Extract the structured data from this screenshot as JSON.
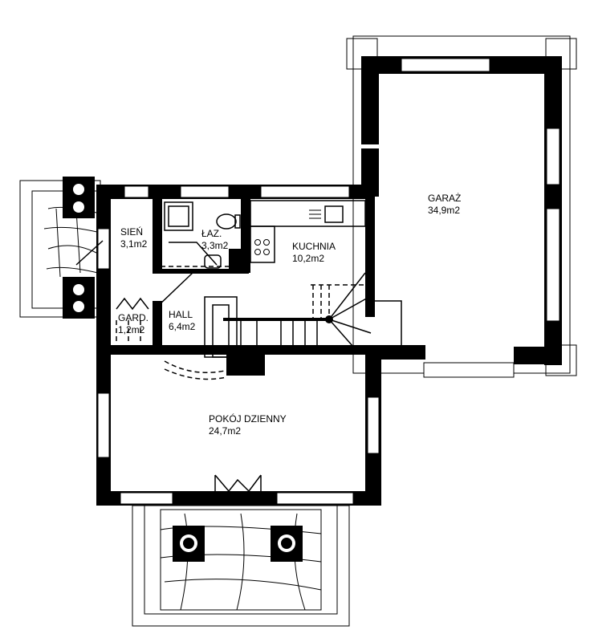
{
  "rooms": {
    "garage": {
      "name": "GARAŻ",
      "area": "34,9m2"
    },
    "vestibule": {
      "name": "SIEŃ",
      "area": "3,1m2"
    },
    "bathroom": {
      "name": "ŁAZ.",
      "area": "3,3m2"
    },
    "kitchen": {
      "name": "KUCHNIA",
      "area": "10,2m2"
    },
    "wardrobe": {
      "name": "GARD.",
      "area": "1,2m2"
    },
    "hall": {
      "name": "HALL",
      "area": "6,4m2"
    },
    "living_room": {
      "name": "POKÓJ DZIENNY",
      "area": "24,7m2"
    }
  }
}
